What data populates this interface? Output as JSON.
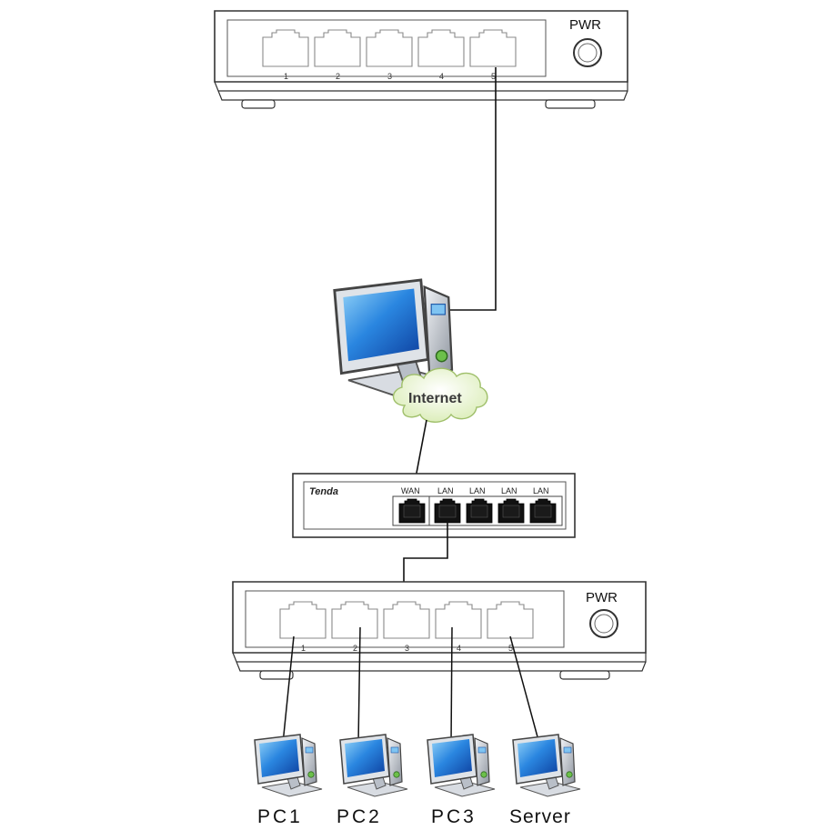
{
  "switch_top": {
    "pwr_label": "PWR",
    "ports": [
      "1",
      "2",
      "3",
      "4",
      "5"
    ]
  },
  "internet": {
    "label": "Internet"
  },
  "router": {
    "brand": "Tenda",
    "wan_label": "WAN",
    "lan_labels": [
      "LAN",
      "LAN",
      "LAN",
      "LAN"
    ]
  },
  "switch_bottom": {
    "pwr_label": "PWR",
    "ports": [
      "1",
      "2",
      "3",
      "4",
      "5"
    ]
  },
  "clients": [
    {
      "label": "PC1"
    },
    {
      "label": "PC2"
    },
    {
      "label": "PC3"
    },
    {
      "label": "Server"
    }
  ],
  "colors": {
    "screen_blue": "#1f6fd1",
    "screen_light": "#7fc4f2",
    "case_grey": "#c8ccd2",
    "cloud_fill": "#e6f2c6",
    "cloud_stroke": "#9fbf6a"
  }
}
